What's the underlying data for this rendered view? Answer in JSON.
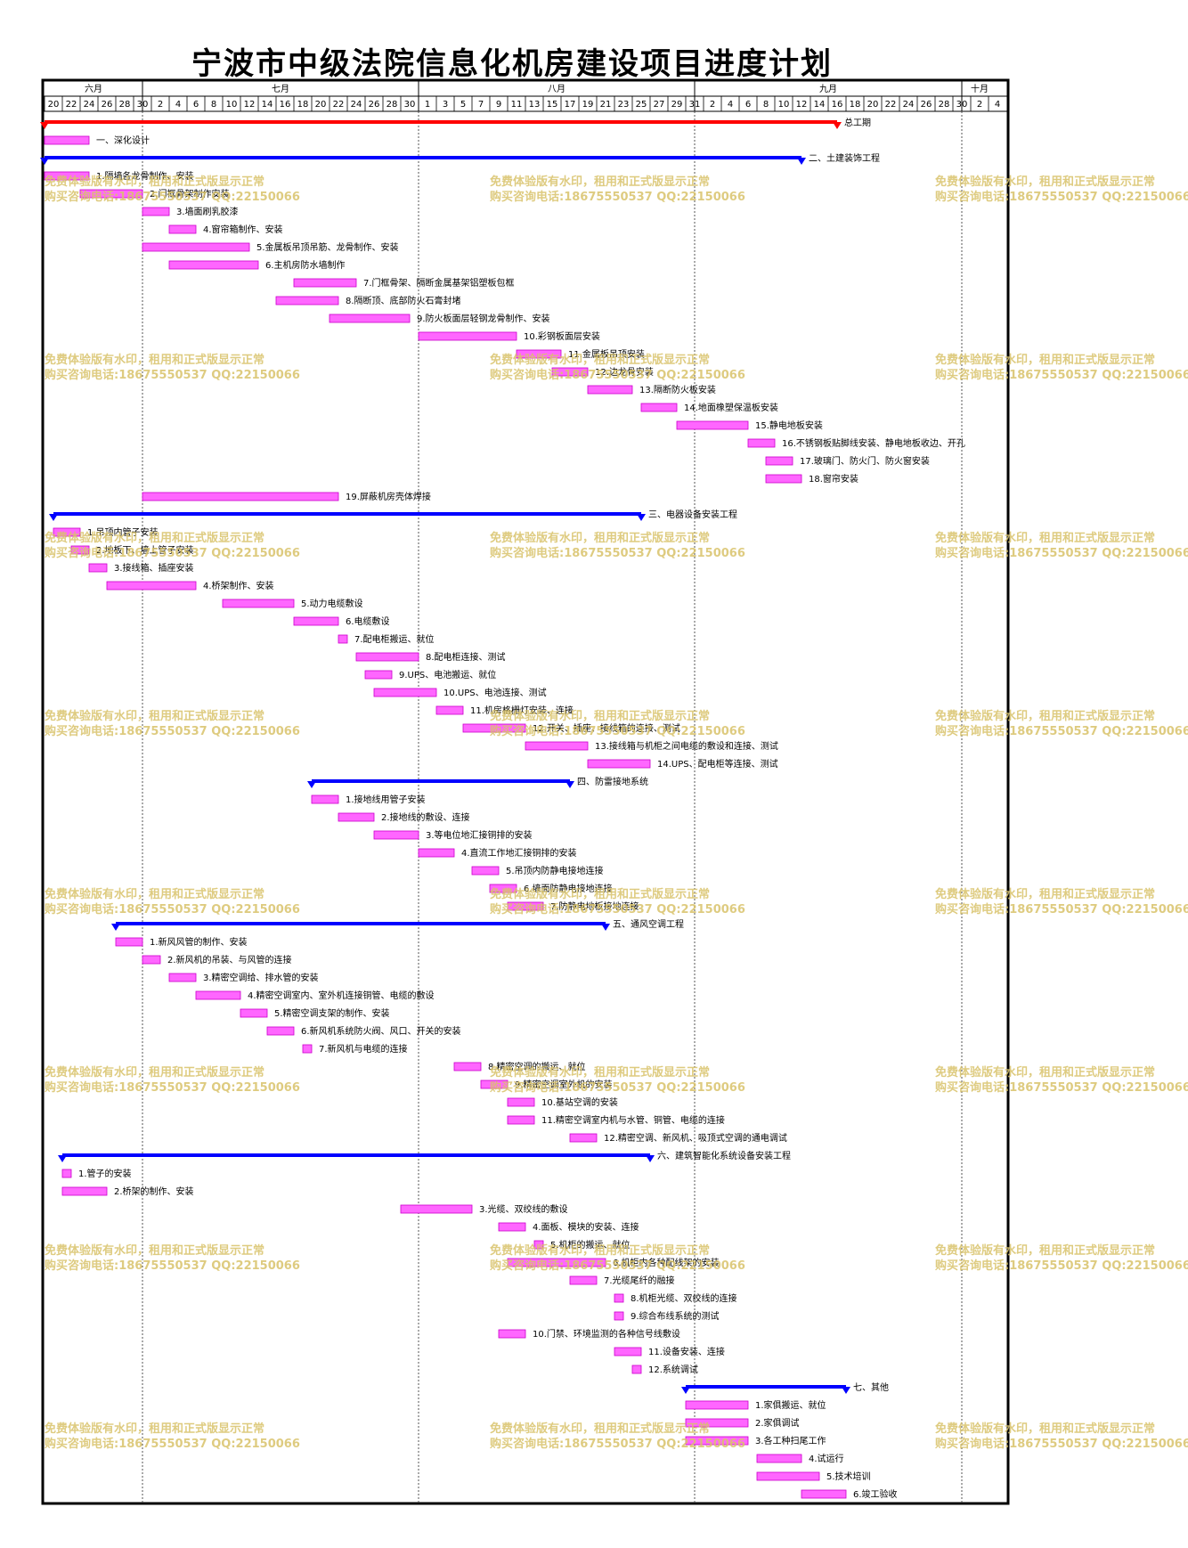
{
  "title": "宁波市中级法院信息化机房建设项目进度计划",
  "colors": {
    "task": "#ff66ff",
    "task_border": "#cc00cc",
    "summary": "#0000ff",
    "total": "#ff0000",
    "watermark": "#d9c36a"
  },
  "watermark": {
    "line1": "免费体验版有水印，租用和正式版显示正常",
    "line2": "购买咨询电话:18675550537 QQ:22150066"
  },
  "chart_data": {
    "type": "gantt",
    "title": "宁波市中级法院信息化机房建设项目进度计划",
    "x_start": "2016-06-20",
    "x_end": "2016-10-05",
    "months": [
      {
        "label": "六月",
        "start": "2016-06-20",
        "end": "2016-07-01"
      },
      {
        "label": "七月",
        "start": "2016-07-01",
        "end": "2016-08-01"
      },
      {
        "label": "八月",
        "start": "2016-08-01",
        "end": "2016-09-01"
      },
      {
        "label": "九月",
        "start": "2016-09-01",
        "end": "2016-10-01"
      },
      {
        "label": "十月",
        "start": "2016-10-01",
        "end": "2016-10-05"
      }
    ],
    "day_ticks": [
      "20",
      "22",
      "24",
      "26",
      "28",
      "30",
      "2",
      "4",
      "6",
      "8",
      "10",
      "12",
      "14",
      "16",
      "18",
      "20",
      "22",
      "24",
      "26",
      "28",
      "30",
      "1",
      "3",
      "5",
      "7",
      "9",
      "11",
      "13",
      "15",
      "17",
      "19",
      "21",
      "23",
      "25",
      "27",
      "29",
      "31",
      "2",
      "4",
      "6",
      "8",
      "10",
      "12",
      "14",
      "16",
      "18",
      "20",
      "22",
      "24",
      "26",
      "28",
      "30",
      "2",
      "4"
    ],
    "tasks": [
      {
        "name": "总工期",
        "type": "total",
        "start": "2016-06-20",
        "end": "2016-09-17"
      },
      {
        "name": "一、深化设计",
        "type": "task",
        "start": "2016-06-20",
        "end": "2016-06-25"
      },
      {
        "name": "二、土建装饰工程",
        "type": "summary",
        "start": "2016-06-20",
        "end": "2016-09-13"
      },
      {
        "name": "1.隔墙各龙骨制作、安装",
        "type": "task",
        "start": "2016-06-20",
        "end": "2016-06-25"
      },
      {
        "name": "2.门框骨架制作安装",
        "type": "task",
        "start": "2016-06-24",
        "end": "2016-07-01"
      },
      {
        "name": "3.墙面刷乳胶漆",
        "type": "task",
        "start": "2016-07-01",
        "end": "2016-07-04"
      },
      {
        "name": "4.窗帘箱制作、安装",
        "type": "task",
        "start": "2016-07-04",
        "end": "2016-07-07"
      },
      {
        "name": "5.金属板吊顶吊筋、龙骨制作、安装",
        "type": "task",
        "start": "2016-07-01",
        "end": "2016-07-13"
      },
      {
        "name": "6.主机房防水墙制作",
        "type": "task",
        "start": "2016-07-04",
        "end": "2016-07-14"
      },
      {
        "name": "7.门框骨架、隔断金属基架铝塑板包框",
        "type": "task",
        "start": "2016-07-18",
        "end": "2016-07-25"
      },
      {
        "name": "8.隔断顶、底部防火石膏封堵",
        "type": "task",
        "start": "2016-07-16",
        "end": "2016-07-23"
      },
      {
        "name": "9.防火板面层轻钢龙骨制作、安装",
        "type": "task",
        "start": "2016-07-22",
        "end": "2016-07-31"
      },
      {
        "name": "10.彩钢板面层安装",
        "type": "task",
        "start": "2016-08-01",
        "end": "2016-08-12"
      },
      {
        "name": "11.金属板吊顶安装",
        "type": "task",
        "start": "2016-08-12",
        "end": "2016-08-17"
      },
      {
        "name": "12.边龙骨安装",
        "type": "task",
        "start": "2016-08-16",
        "end": "2016-08-20"
      },
      {
        "name": "13.隔断防火板安装",
        "type": "task",
        "start": "2016-08-20",
        "end": "2016-08-25"
      },
      {
        "name": "14.地面橡塑保温板安装",
        "type": "task",
        "start": "2016-08-26",
        "end": "2016-08-30"
      },
      {
        "name": "15.静电地板安装",
        "type": "task",
        "start": "2016-08-30",
        "end": "2016-09-07"
      },
      {
        "name": "16.不锈钢板贴脚线安装、静电地板收边、开孔",
        "type": "task",
        "start": "2016-09-07",
        "end": "2016-09-10"
      },
      {
        "name": "17.玻璃门、防火门、防火窗安装",
        "type": "task",
        "start": "2016-09-09",
        "end": "2016-09-12"
      },
      {
        "name": "18.窗帘安装",
        "type": "task",
        "start": "2016-09-09",
        "end": "2016-09-13"
      },
      {
        "name": "19.屏蔽机房壳体焊接",
        "type": "task",
        "start": "2016-07-01",
        "end": "2016-07-23"
      },
      {
        "name": "三、电器设备安装工程",
        "type": "summary",
        "start": "2016-06-21",
        "end": "2016-08-26"
      },
      {
        "name": "1.吊顶内管子安装",
        "type": "task",
        "start": "2016-06-21",
        "end": "2016-06-24"
      },
      {
        "name": "2.地板下、墙上管子安装",
        "type": "task",
        "start": "2016-06-23",
        "end": "2016-06-25"
      },
      {
        "name": "3.接线箱、插座安装",
        "type": "task",
        "start": "2016-06-25",
        "end": "2016-06-27"
      },
      {
        "name": "4.桥架制作、安装",
        "type": "task",
        "start": "2016-06-27",
        "end": "2016-07-07"
      },
      {
        "name": "5.动力电缆敷设",
        "type": "task",
        "start": "2016-07-10",
        "end": "2016-07-18"
      },
      {
        "name": "6.电缆敷设",
        "type": "task",
        "start": "2016-07-18",
        "end": "2016-07-23"
      },
      {
        "name": "7.配电柜搬运、就位",
        "type": "task",
        "start": "2016-07-23",
        "end": "2016-07-24"
      },
      {
        "name": "8.配电柜连接、测试",
        "type": "task",
        "start": "2016-07-25",
        "end": "2016-08-01"
      },
      {
        "name": "9.UPS、电池搬运、就位",
        "type": "task",
        "start": "2016-07-26",
        "end": "2016-07-29"
      },
      {
        "name": "10.UPS、电池连接、测试",
        "type": "task",
        "start": "2016-07-27",
        "end": "2016-08-03"
      },
      {
        "name": "11.机房格栅灯安装、连接",
        "type": "task",
        "start": "2016-08-03",
        "end": "2016-08-06"
      },
      {
        "name": "12.开关、插座、接线箱的连接、测试",
        "type": "task",
        "start": "2016-08-06",
        "end": "2016-08-13"
      },
      {
        "name": "13.接线箱与机柜之间电缆的敷设和连接、测试",
        "type": "task",
        "start": "2016-08-13",
        "end": "2016-08-20"
      },
      {
        "name": "14.UPS、配电柜等连接、测试",
        "type": "task",
        "start": "2016-08-20",
        "end": "2016-08-27"
      },
      {
        "name": "四、防雷接地系统",
        "type": "summary",
        "start": "2016-07-20",
        "end": "2016-08-18"
      },
      {
        "name": "1.接地线用管子安装",
        "type": "task",
        "start": "2016-07-20",
        "end": "2016-07-23"
      },
      {
        "name": "2.接地线的敷设、连接",
        "type": "task",
        "start": "2016-07-23",
        "end": "2016-07-27"
      },
      {
        "name": "3.等电位地汇接铜排的安装",
        "type": "task",
        "start": "2016-07-27",
        "end": "2016-08-01"
      },
      {
        "name": "4.直流工作地汇接铜排的安装",
        "type": "task",
        "start": "2016-08-01",
        "end": "2016-08-05"
      },
      {
        "name": "5.吊顶内防静电接地连接",
        "type": "task",
        "start": "2016-08-07",
        "end": "2016-08-10"
      },
      {
        "name": "6.墙面防静电接地连接",
        "type": "task",
        "start": "2016-08-09",
        "end": "2016-08-12"
      },
      {
        "name": "7.防静电地板接地连接",
        "type": "task",
        "start": "2016-08-11",
        "end": "2016-08-15"
      },
      {
        "name": "五、通风空调工程",
        "type": "summary",
        "start": "2016-06-28",
        "end": "2016-08-22"
      },
      {
        "name": "1.新风风管的制作、安装",
        "type": "task",
        "start": "2016-06-28",
        "end": "2016-07-01"
      },
      {
        "name": "2.新风机的吊装、与风管的连接",
        "type": "task",
        "start": "2016-07-01",
        "end": "2016-07-03"
      },
      {
        "name": "3.精密空调给、排水管的安装",
        "type": "task",
        "start": "2016-07-04",
        "end": "2016-07-07"
      },
      {
        "name": "4.精密空调室内、室外机连接铜管、电缆的敷设",
        "type": "task",
        "start": "2016-07-07",
        "end": "2016-07-12"
      },
      {
        "name": "5.精密空调支架的制作、安装",
        "type": "task",
        "start": "2016-07-12",
        "end": "2016-07-15"
      },
      {
        "name": "6.新风机系统防火阀、风口、开关的安装",
        "type": "task",
        "start": "2016-07-15",
        "end": "2016-07-18"
      },
      {
        "name": "7.新风机与电缆的连接",
        "type": "task",
        "start": "2016-07-19",
        "end": "2016-07-20"
      },
      {
        "name": "8.精密空调的搬运、就位",
        "type": "task",
        "start": "2016-08-05",
        "end": "2016-08-08"
      },
      {
        "name": "9.精密空调室外机的安装",
        "type": "task",
        "start": "2016-08-08",
        "end": "2016-08-11"
      },
      {
        "name": "10.基站空调的安装",
        "type": "task",
        "start": "2016-08-11",
        "end": "2016-08-14"
      },
      {
        "name": "11.精密空调室内机与水管、铜管、电缆的连接",
        "type": "task",
        "start": "2016-08-11",
        "end": "2016-08-14"
      },
      {
        "name": "12.精密空调、新风机、吸顶式空调的通电调试",
        "type": "task",
        "start": "2016-08-18",
        "end": "2016-08-21"
      },
      {
        "name": "六、建筑智能化系统设备安装工程",
        "type": "summary",
        "start": "2016-06-22",
        "end": "2016-08-27"
      },
      {
        "name": "1.管子的安装",
        "type": "task",
        "start": "2016-06-22",
        "end": "2016-06-23"
      },
      {
        "name": "2.桥架的制作、安装",
        "type": "task",
        "start": "2016-06-22",
        "end": "2016-06-27"
      },
      {
        "name": "3.光缆、双绞线的敷设",
        "type": "task",
        "start": "2016-07-30",
        "end": "2016-08-07"
      },
      {
        "name": "4.面板、模块的安装、连接",
        "type": "task",
        "start": "2016-08-10",
        "end": "2016-08-13"
      },
      {
        "name": "5.机柜的搬运、就位",
        "type": "task",
        "start": "2016-08-14",
        "end": "2016-08-15"
      },
      {
        "name": "6.机柜内各种配线架的安装",
        "type": "task",
        "start": "2016-08-11",
        "end": "2016-08-22"
      },
      {
        "name": "7.光缆尾纤的融接",
        "type": "task",
        "start": "2016-08-18",
        "end": "2016-08-21"
      },
      {
        "name": "8.机柜光缆、双绞线的连接",
        "type": "task",
        "start": "2016-08-23",
        "end": "2016-08-24"
      },
      {
        "name": "9.综合布线系统的测试",
        "type": "task",
        "start": "2016-08-23",
        "end": "2016-08-24"
      },
      {
        "name": "10.门禁、环境监测的各种信号线敷设",
        "type": "task",
        "start": "2016-08-10",
        "end": "2016-08-13"
      },
      {
        "name": "11.设备安装、连接",
        "type": "task",
        "start": "2016-08-23",
        "end": "2016-08-26"
      },
      {
        "name": "12.系统调试",
        "type": "task",
        "start": "2016-08-25",
        "end": "2016-08-26"
      },
      {
        "name": "七、其他",
        "type": "summary",
        "start": "2016-08-31",
        "end": "2016-09-18"
      },
      {
        "name": "1.家俱搬运、就位",
        "type": "task",
        "start": "2016-08-31",
        "end": "2016-09-07"
      },
      {
        "name": "2.家俱调试",
        "type": "task",
        "start": "2016-08-31",
        "end": "2016-09-07"
      },
      {
        "name": "3.各工种扫尾工作",
        "type": "task",
        "start": "2016-08-31",
        "end": "2016-09-07"
      },
      {
        "name": "4.试运行",
        "type": "task",
        "start": "2016-09-08",
        "end": "2016-09-13"
      },
      {
        "name": "5.技术培训",
        "type": "task",
        "start": "2016-09-08",
        "end": "2016-09-15"
      },
      {
        "name": "6.竣工验收",
        "type": "task",
        "start": "2016-09-13",
        "end": "2016-09-18"
      }
    ]
  }
}
